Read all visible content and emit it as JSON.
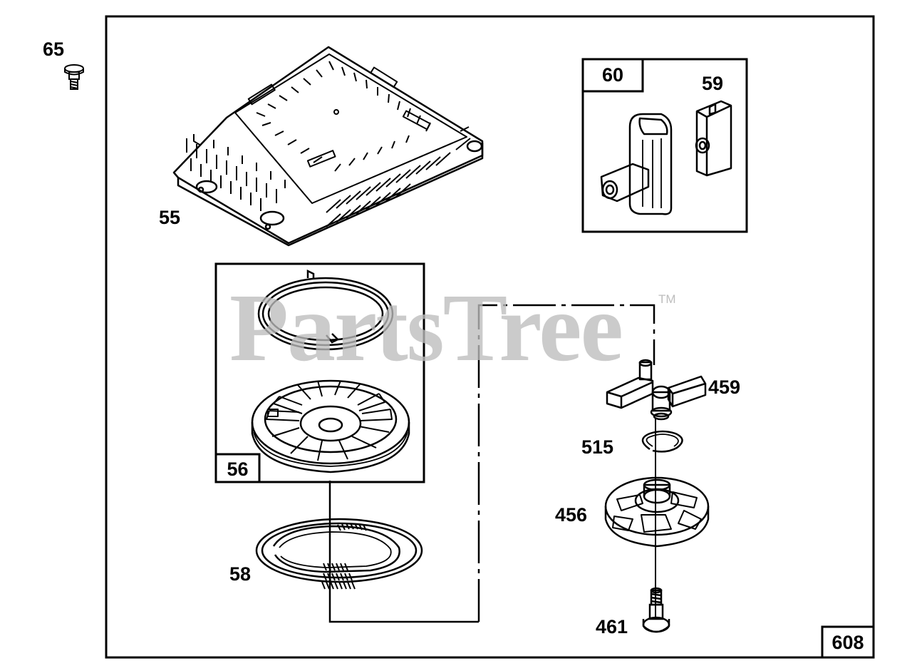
{
  "diagram": {
    "page_ref": "608",
    "watermark": "PartsTree",
    "watermark_tm": "TM",
    "parts": {
      "p65": "65",
      "p55": "55",
      "p60": "60",
      "p59": "59",
      "p56": "56",
      "p58": "58",
      "p459": "459",
      "p515": "515",
      "p456": "456",
      "p461": "461"
    }
  }
}
